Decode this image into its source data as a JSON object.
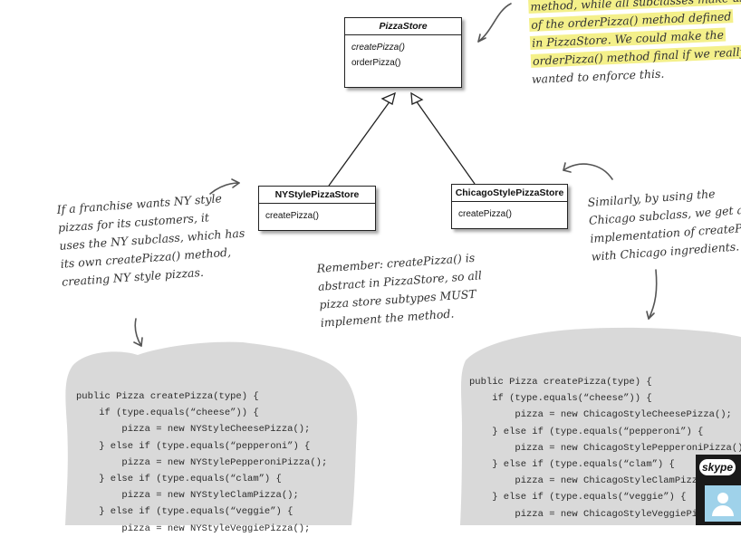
{
  "classes": {
    "pizza_store": {
      "name": "PizzaStore",
      "ops": [
        "createPizza()",
        "orderPizza()"
      ]
    },
    "ny_store": {
      "name": "NYStylePizzaStore",
      "ops": [
        "createPizza()"
      ]
    },
    "chicago_store": {
      "name": "ChicagoStylePizzaStore",
      "ops": [
        "createPizza()"
      ]
    }
  },
  "notes": {
    "top_right": [
      "method, while all subclasses make use",
      "of the orderPizza() method defined",
      "in PizzaStore. We could make the",
      "orderPizza() method final if we really",
      "wanted to enforce this."
    ],
    "left": [
      "If a franchise wants NY style",
      "pizzas for its customers, it",
      "uses the NY subclass, which has",
      "its own createPizza() method,",
      "creating NY style pizzas."
    ],
    "middle": [
      "Remember: createPizza() is",
      "abstract in PizzaStore, so all",
      "pizza store subtypes MUST",
      "implement the method."
    ],
    "right": [
      "Similarly, by using the",
      "Chicago subclass, we get an",
      "implementation of createPizza()",
      "with Chicago ingredients."
    ]
  },
  "code": {
    "ny": [
      "public Pizza createPizza(type) {",
      "    if (type.equals(“cheese”)) {",
      "        pizza = new NYStyleCheesePizza();",
      "    } else if (type.equals(“pepperoni”) {",
      "        pizza = new NYStylePepperoniPizza();",
      "    } else if (type.equals(“clam”) {",
      "        pizza = new NYStyleClamPizza();",
      "    } else if (type.equals(“veggie”) {",
      "        pizza = new NYStyleVeggiePizza();"
    ],
    "chicago": [
      "public Pizza createPizza(type) {",
      "    if (type.equals(“cheese”)) {",
      "        pizza = new ChicagoStyleCheesePizza();",
      "    } else if (type.equals(“pepperoni”) {",
      "        pizza = new ChicagoStylePepperoniPizza();",
      "    } else if (type.equals(“clam”) {",
      "        pizza = new ChicagoStyleClamPizza();",
      "    } else if (type.equals(“veggie”) {",
      "        pizza = new ChicagoStyleVeggiePizza();"
    ]
  },
  "skype": {
    "label": "skype",
    "icon": "user-avatar-icon",
    "accent": "#9fd2ea"
  },
  "colors": {
    "highlight": "#f4f08a",
    "blob": "#d9d9d9"
  }
}
